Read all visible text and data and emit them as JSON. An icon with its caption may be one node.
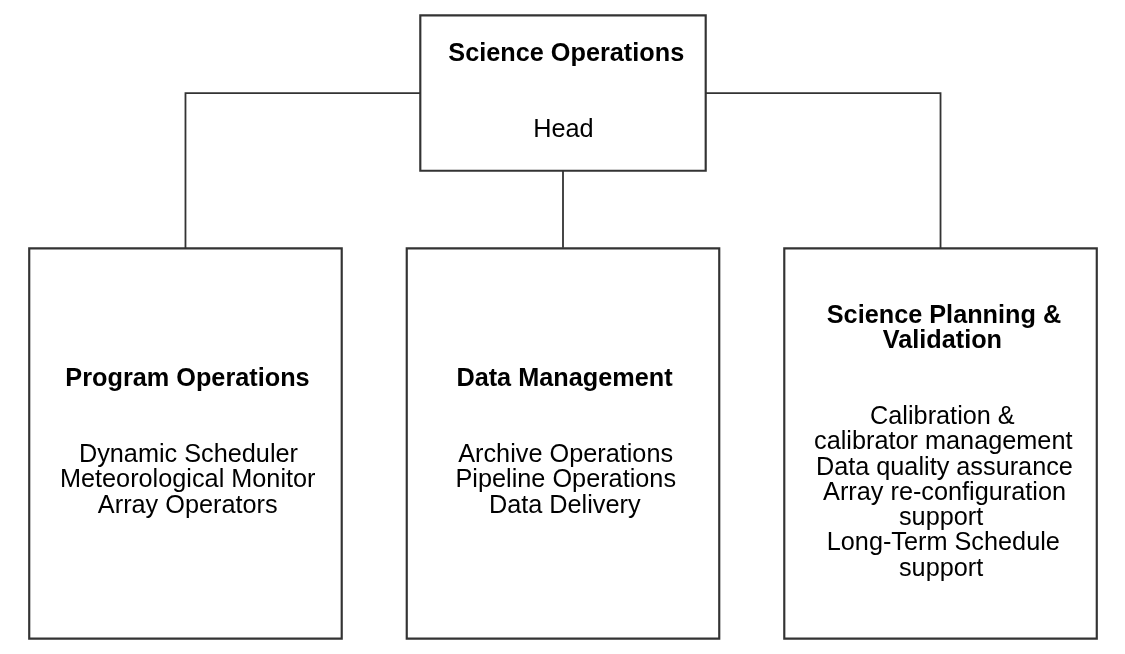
{
  "diagram": {
    "nodes": [
      {
        "text": [
          "Science Operations",
          "Head"
        ]
      },
      {
        "text": [
          "Program Operations",
          "Dynamic Scheduler",
          "Meteorological Monitor",
          "Array Operators"
        ]
      },
      {
        "text": [
          "Data Management",
          "Archive Operations",
          "Pipeline Operations",
          "Data Delivery"
        ]
      },
      {
        "text": [
          "Science Planning & Validation",
          "Calibration & calibrator management",
          "Data quality assurance",
          "Array re-configuration support",
          "Long-Term Schedule support"
        ]
      }
    ],
    "edges": [
      {
        "from": 0,
        "to": 1,
        "arrow": "none"
      },
      {
        "from": 0,
        "to": 2,
        "arrow": "none"
      },
      {
        "from": 0,
        "to": 3,
        "arrow": "none"
      }
    ]
  }
}
